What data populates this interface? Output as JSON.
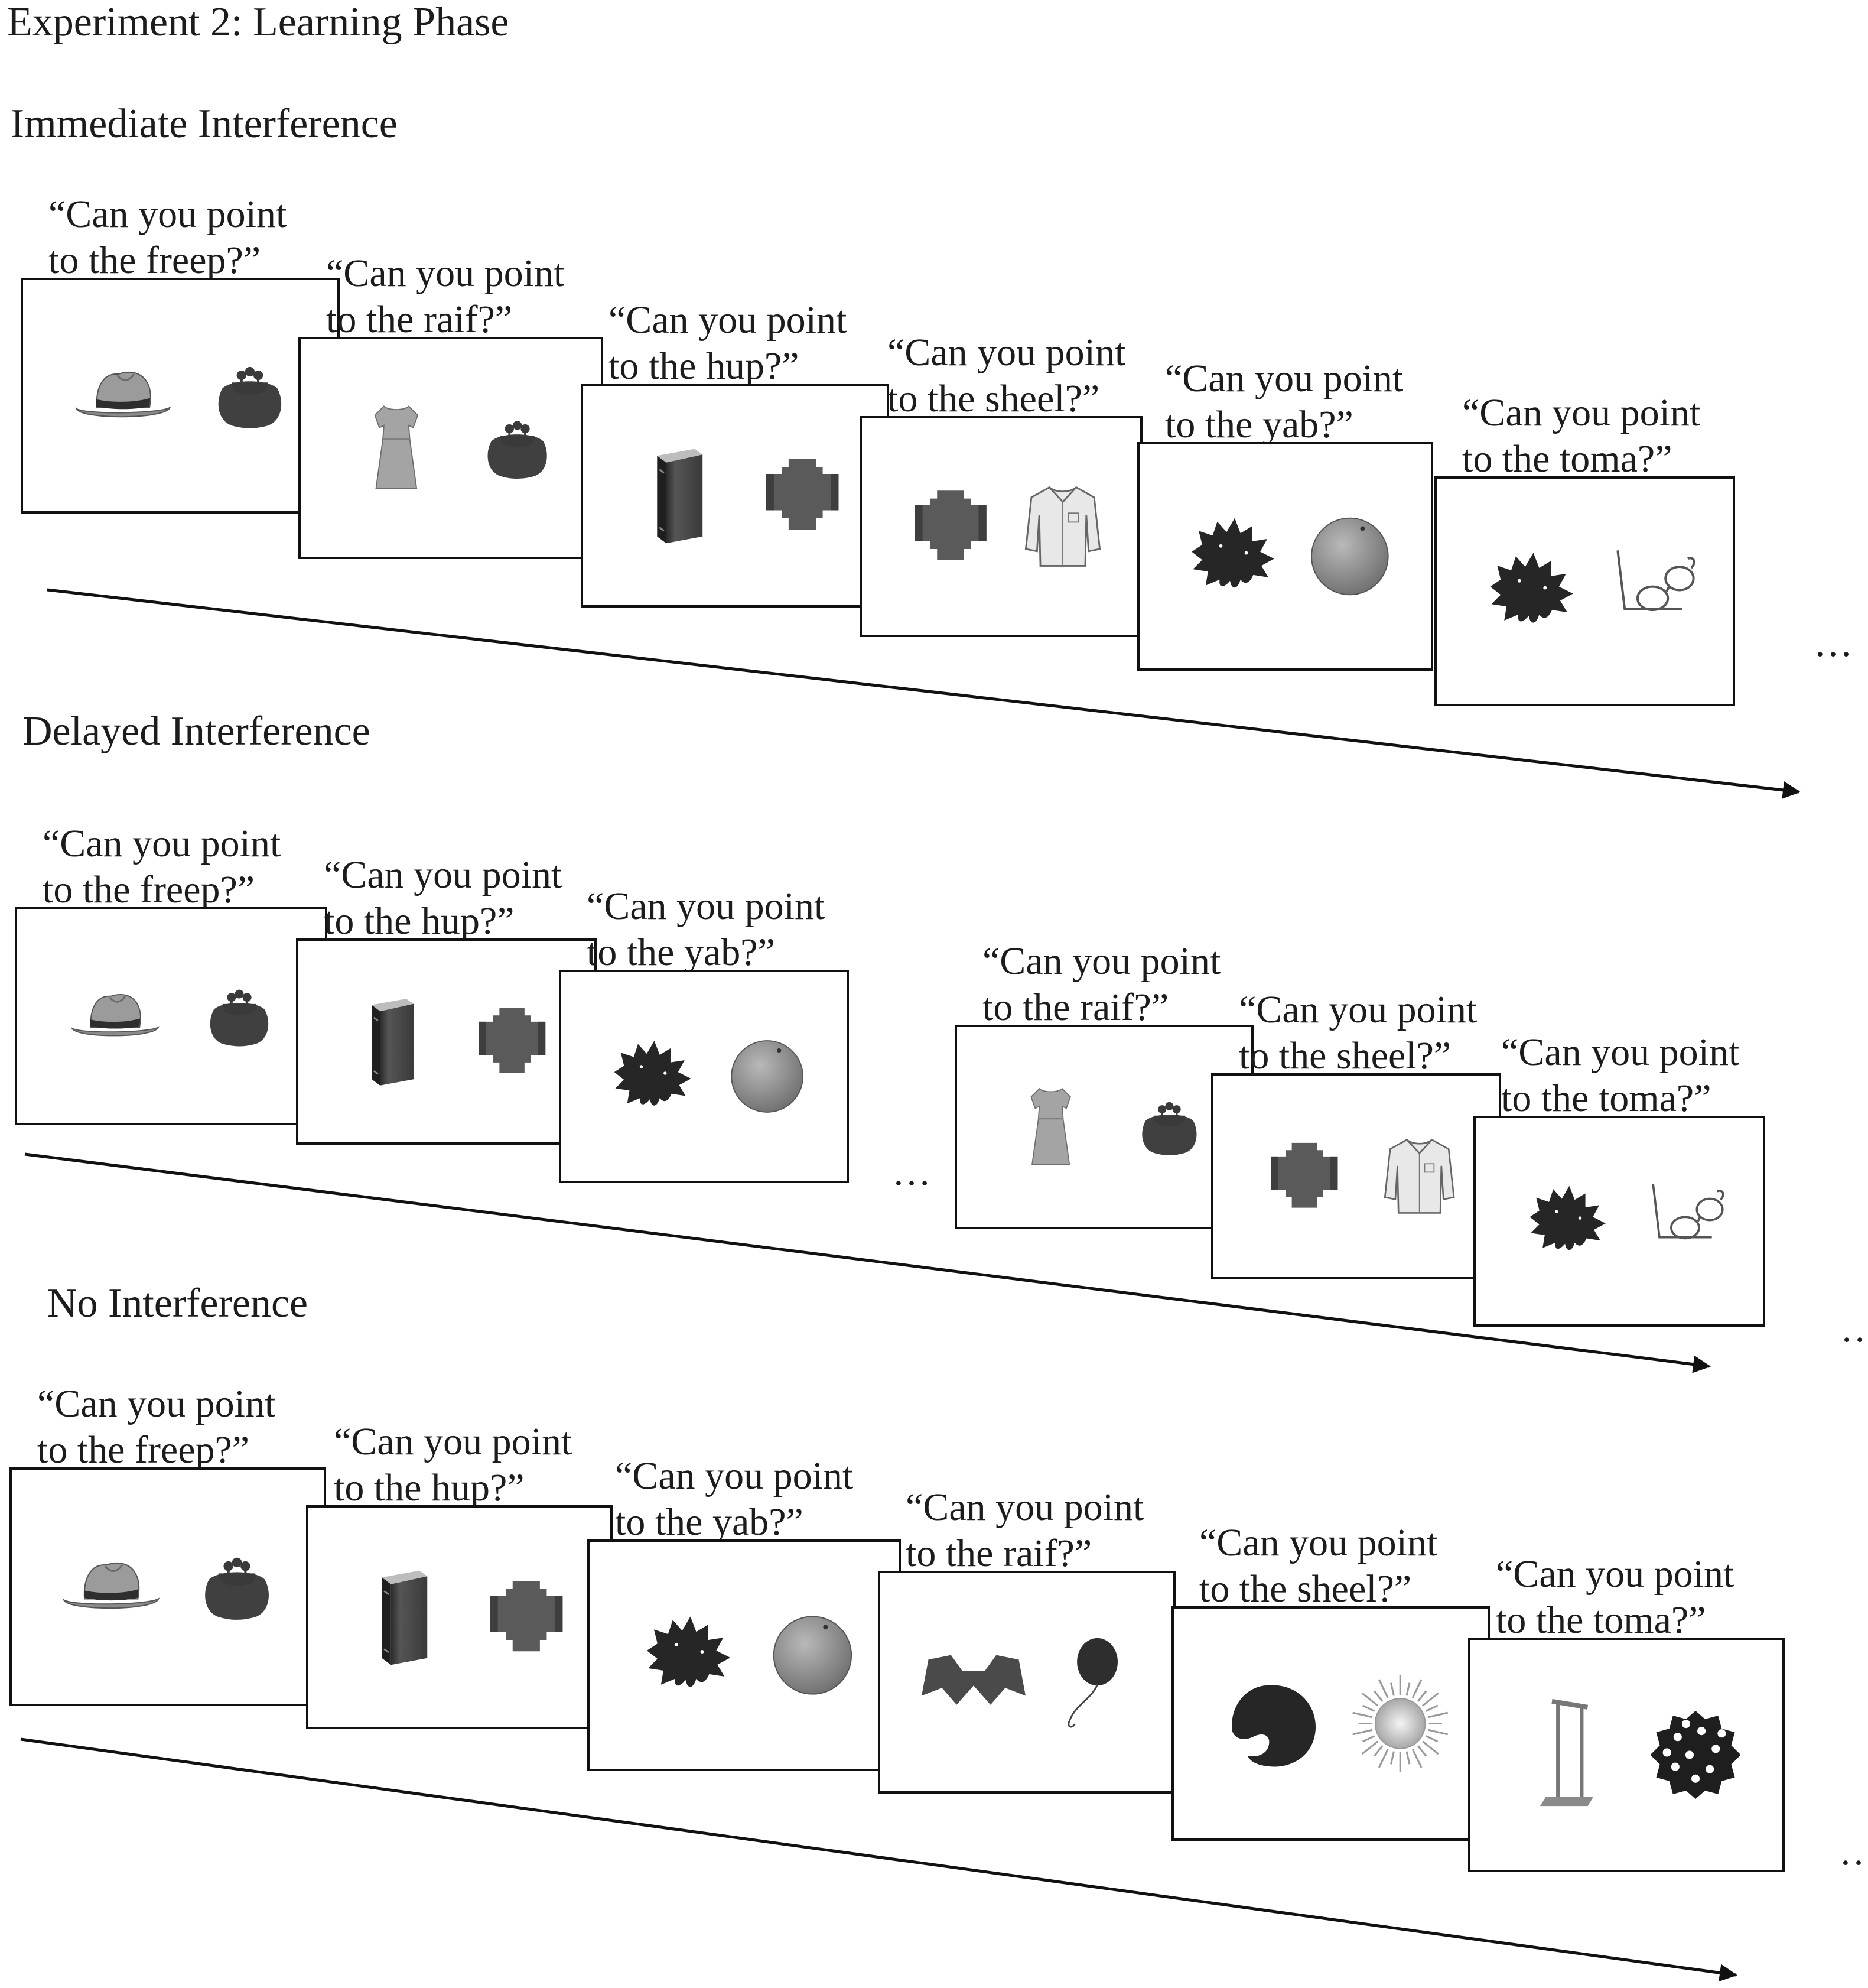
{
  "figure": {
    "title": "Experiment 2: Learning Phase"
  },
  "prompt_prefix": "“Can you point",
  "continuation": "…",
  "conditions": [
    {
      "name": "Immediate Interference",
      "trials": [
        {
          "question_end": "to the freep?”",
          "left": "hat",
          "right": "purse"
        },
        {
          "question_end": "to the raif?”",
          "left": "dress",
          "right": "purse"
        },
        {
          "question_end": "to the hup?”",
          "left": "book",
          "right": "cross-shape"
        },
        {
          "question_end": "to the sheel?”",
          "left": "cross-shape",
          "right": "shirt"
        },
        {
          "question_end": "to the yab?”",
          "left": "spiky-shape",
          "right": "orange"
        },
        {
          "question_end": "to the toma?”",
          "left": "spiky-shape",
          "right": "glasses"
        }
      ]
    },
    {
      "name": "Delayed Interference",
      "trials": [
        {
          "question_end": "to the freep?”",
          "left": "hat",
          "right": "purse"
        },
        {
          "question_end": "to the hup?”",
          "left": "book",
          "right": "cross-shape"
        },
        {
          "question_end": "to the yab?”",
          "left": "spiky-shape",
          "right": "orange"
        },
        {
          "question_end": "to the raif?”",
          "left": "dress",
          "right": "purse"
        },
        {
          "question_end": "to the sheel?”",
          "left": "cross-shape",
          "right": "shirt"
        },
        {
          "question_end": "to the toma?”",
          "left": "spiky-shape",
          "right": "glasses"
        }
      ]
    },
    {
      "name": "No Interference",
      "trials": [
        {
          "question_end": "to the freep?”",
          "left": "hat",
          "right": "purse"
        },
        {
          "question_end": "to the hup?”",
          "left": "book",
          "right": "cross-shape"
        },
        {
          "question_end": "to the yab?”",
          "left": "spiky-shape",
          "right": "orange"
        },
        {
          "question_end": "to the raif?”",
          "left": "bow-shape",
          "right": "balloon"
        },
        {
          "question_end": "to the sheel?”",
          "left": "crescent-shape",
          "right": "sun"
        },
        {
          "question_end": "to the toma?”",
          "left": "hanger-stand",
          "right": "dotted-blob"
        }
      ]
    }
  ]
}
